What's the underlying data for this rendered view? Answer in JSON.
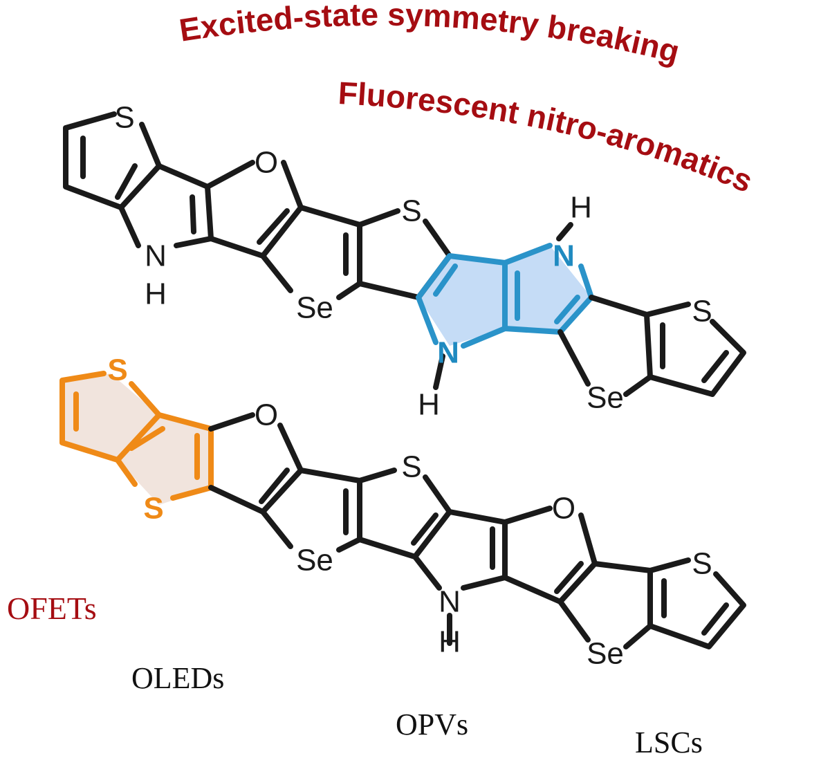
{
  "headlines": {
    "line1": "Excited-state symmetry breaking",
    "line2": "Fluorescent nitro-aromatics"
  },
  "applications": {
    "ofets": "OFETs",
    "oleds": "OLEDs",
    "opvs": "OPVs",
    "lscs": "LSCs"
  },
  "molecule_top": {
    "atoms": {
      "s_left": "S",
      "n_left": "N",
      "h_left": "H",
      "o_center": "O",
      "se_center": "Se",
      "s_mid": "S",
      "n_core_top": "N",
      "h_core_top": "H",
      "n_core_bottom": "N",
      "h_core_bottom": "H",
      "s_right": "S",
      "se_right": "Se"
    },
    "highlight_color": "#2a93c9",
    "highlight_fill": "#c5dcf6"
  },
  "molecule_bottom": {
    "atoms": {
      "s_top_left": "S",
      "s_bottom_left": "S",
      "o_left": "O",
      "se_left": "Se",
      "s_mid": "S",
      "n_mid": "N",
      "h_mid": "H",
      "o_right": "O",
      "s_right": "S",
      "se_right": "Se"
    },
    "highlight_color": "#ef8a17",
    "highlight_fill": "#f1e4dd"
  },
  "colors": {
    "headline_red": "#a50d12",
    "bond_black": "#1a1a1a"
  }
}
